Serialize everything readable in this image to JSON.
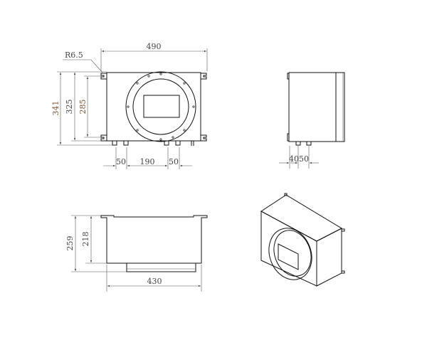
{
  "front_view": {
    "width_label": "490",
    "radius_label": "R6.5",
    "height_overall_label": "341",
    "height_body_label": "325",
    "height_mount_label": "285",
    "gland_spacing_left_label": "50",
    "gland_spacing_mid_label": "190",
    "gland_spacing_right_label": "50"
  },
  "side_view": {
    "gland_offset_label": "40",
    "gland_spacing_label": "50"
  },
  "bottom_view": {
    "depth_overall_label": "259",
    "depth_body_label": "218",
    "width_label": "430"
  },
  "colors": {
    "dimension_text": "#7a5230",
    "line": "#111111"
  }
}
